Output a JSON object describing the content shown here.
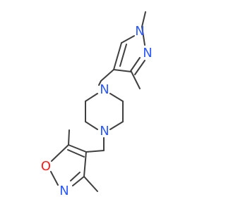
{
  "molecule": {
    "atoms": [
      {
        "id": "pyrazole-n1",
        "label": "N",
        "color": "#2b59ff"
      },
      {
        "id": "pyrazole-n2",
        "label": "N",
        "color": "#2b59ff"
      },
      {
        "id": "piperazine-n-top",
        "label": "N",
        "color": "#2b59ff"
      },
      {
        "id": "piperazine-n-bottom",
        "label": "N",
        "color": "#2b59ff"
      },
      {
        "id": "isoxazole-o",
        "label": "O",
        "color": "#ff1a1a"
      },
      {
        "id": "isoxazole-n",
        "label": "N",
        "color": "#2b59ff"
      }
    ]
  },
  "colors": {
    "bond": "#3f3f3f",
    "nitrogen": "#2b59ff",
    "oxygen": "#ff1a1a",
    "background": "#ffffff"
  }
}
